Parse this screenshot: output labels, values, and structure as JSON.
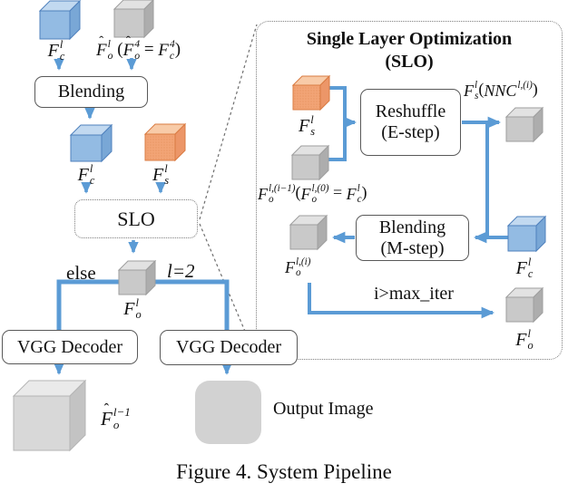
{
  "caption": "Figure 4. System Pipeline",
  "left_pipeline": {
    "blending_box": "Blending",
    "slo_box": "SLO",
    "else_branch": "else",
    "l2_branch": "l=2",
    "vgg_decoder_left": "VGG Decoder",
    "vgg_decoder_right": "VGG Decoder",
    "output_image": "Output Image"
  },
  "slo_panel": {
    "title_line1": "Single Layer Optimization",
    "title_line2": "(SLO)",
    "reshuffle_line1": "Reshuffle",
    "reshuffle_line2": "(E-step)",
    "blending_line1": "Blending",
    "blending_line2": "(M-step)",
    "iter_condition": "i>max_iter"
  },
  "math": {
    "fc_l_input": [
      {
        "b": "F",
        "sub": "c",
        "sup": "l"
      }
    ],
    "fo_hat_init": [
      {
        "b": "F",
        "hat": true,
        "sub": "o",
        "sup": "l"
      },
      {
        "t": " ("
      },
      {
        "b": "F",
        "hat": true,
        "sub": "o",
        "sup": "4"
      },
      {
        "t": " = "
      },
      {
        "b": "F",
        "sub": "c",
        "sup": "4"
      },
      {
        "t": ")"
      }
    ],
    "fc_l_blended": [
      {
        "b": "F",
        "sub": "c",
        "sup": "l"
      }
    ],
    "fs_l_style": [
      {
        "b": "F",
        "sub": "s",
        "sup": "l"
      }
    ],
    "fo_l_out": [
      {
        "b": "F",
        "sub": "o",
        "sup": "l"
      }
    ],
    "fo_hat_prev": [
      {
        "b": "F",
        "hat": true,
        "sub": "o",
        "sup": "l−1"
      }
    ],
    "fs_l_panel": [
      {
        "b": "F",
        "sub": "s",
        "sup": "l"
      }
    ],
    "fo_prev_iter": [
      {
        "b": "F",
        "sub": "o",
        "sup": "l,(i−1)"
      },
      {
        "t": "("
      },
      {
        "b": "F",
        "sub": "o",
        "sup": "l,(0)"
      },
      {
        "t": " = "
      },
      {
        "b": "F",
        "sub": "c",
        "sup": "l"
      },
      {
        "t": ")"
      }
    ],
    "fs_nnc": [
      {
        "b": "F",
        "sub": "s",
        "sup": "l"
      },
      {
        "t": "("
      },
      {
        "b": "NNC",
        "sup": "l,(i)"
      },
      {
        "t": ")"
      }
    ],
    "fc_l_panel": [
      {
        "b": "F",
        "sub": "c",
        "sup": "l"
      }
    ],
    "fo_iter": [
      {
        "b": "F",
        "sub": "o",
        "sup": "l,(i)"
      }
    ],
    "fo_l_final": [
      {
        "b": "F",
        "sub": "o",
        "sup": "l"
      }
    ]
  },
  "colors": {
    "accent_blue": "#5B9BD5",
    "text": "#111111",
    "box_border": "#595959",
    "dash_border": "#7F7F7F",
    "output_square": "#D2D2D2",
    "cube_blue_front": "#93BBE3",
    "cube_blue_top": "#C2D9F0",
    "cube_blue_side": "#79A7D6",
    "cube_blue_stroke": "#4F81BD",
    "cube_gray_front": "#C9C9C9",
    "cube_gray_top": "#E2E2E2",
    "cube_gray_side": "#ADADAD",
    "cube_gray_stroke": "#9E9E9E",
    "cube_lightgray_front": "#D8D8D8",
    "cube_lightgray_top": "#EAEAEA",
    "cube_lightgray_side": "#C3C3C3",
    "cube_lightgray_stroke": "#B5B5B5",
    "cube_orange_front": "#F2A476",
    "cube_orange_top": "#F8CBA8",
    "cube_orange_side": "#EC9668",
    "cube_orange_stroke": "#D97B42",
    "cube_orange_dot": "#DD8A52"
  }
}
